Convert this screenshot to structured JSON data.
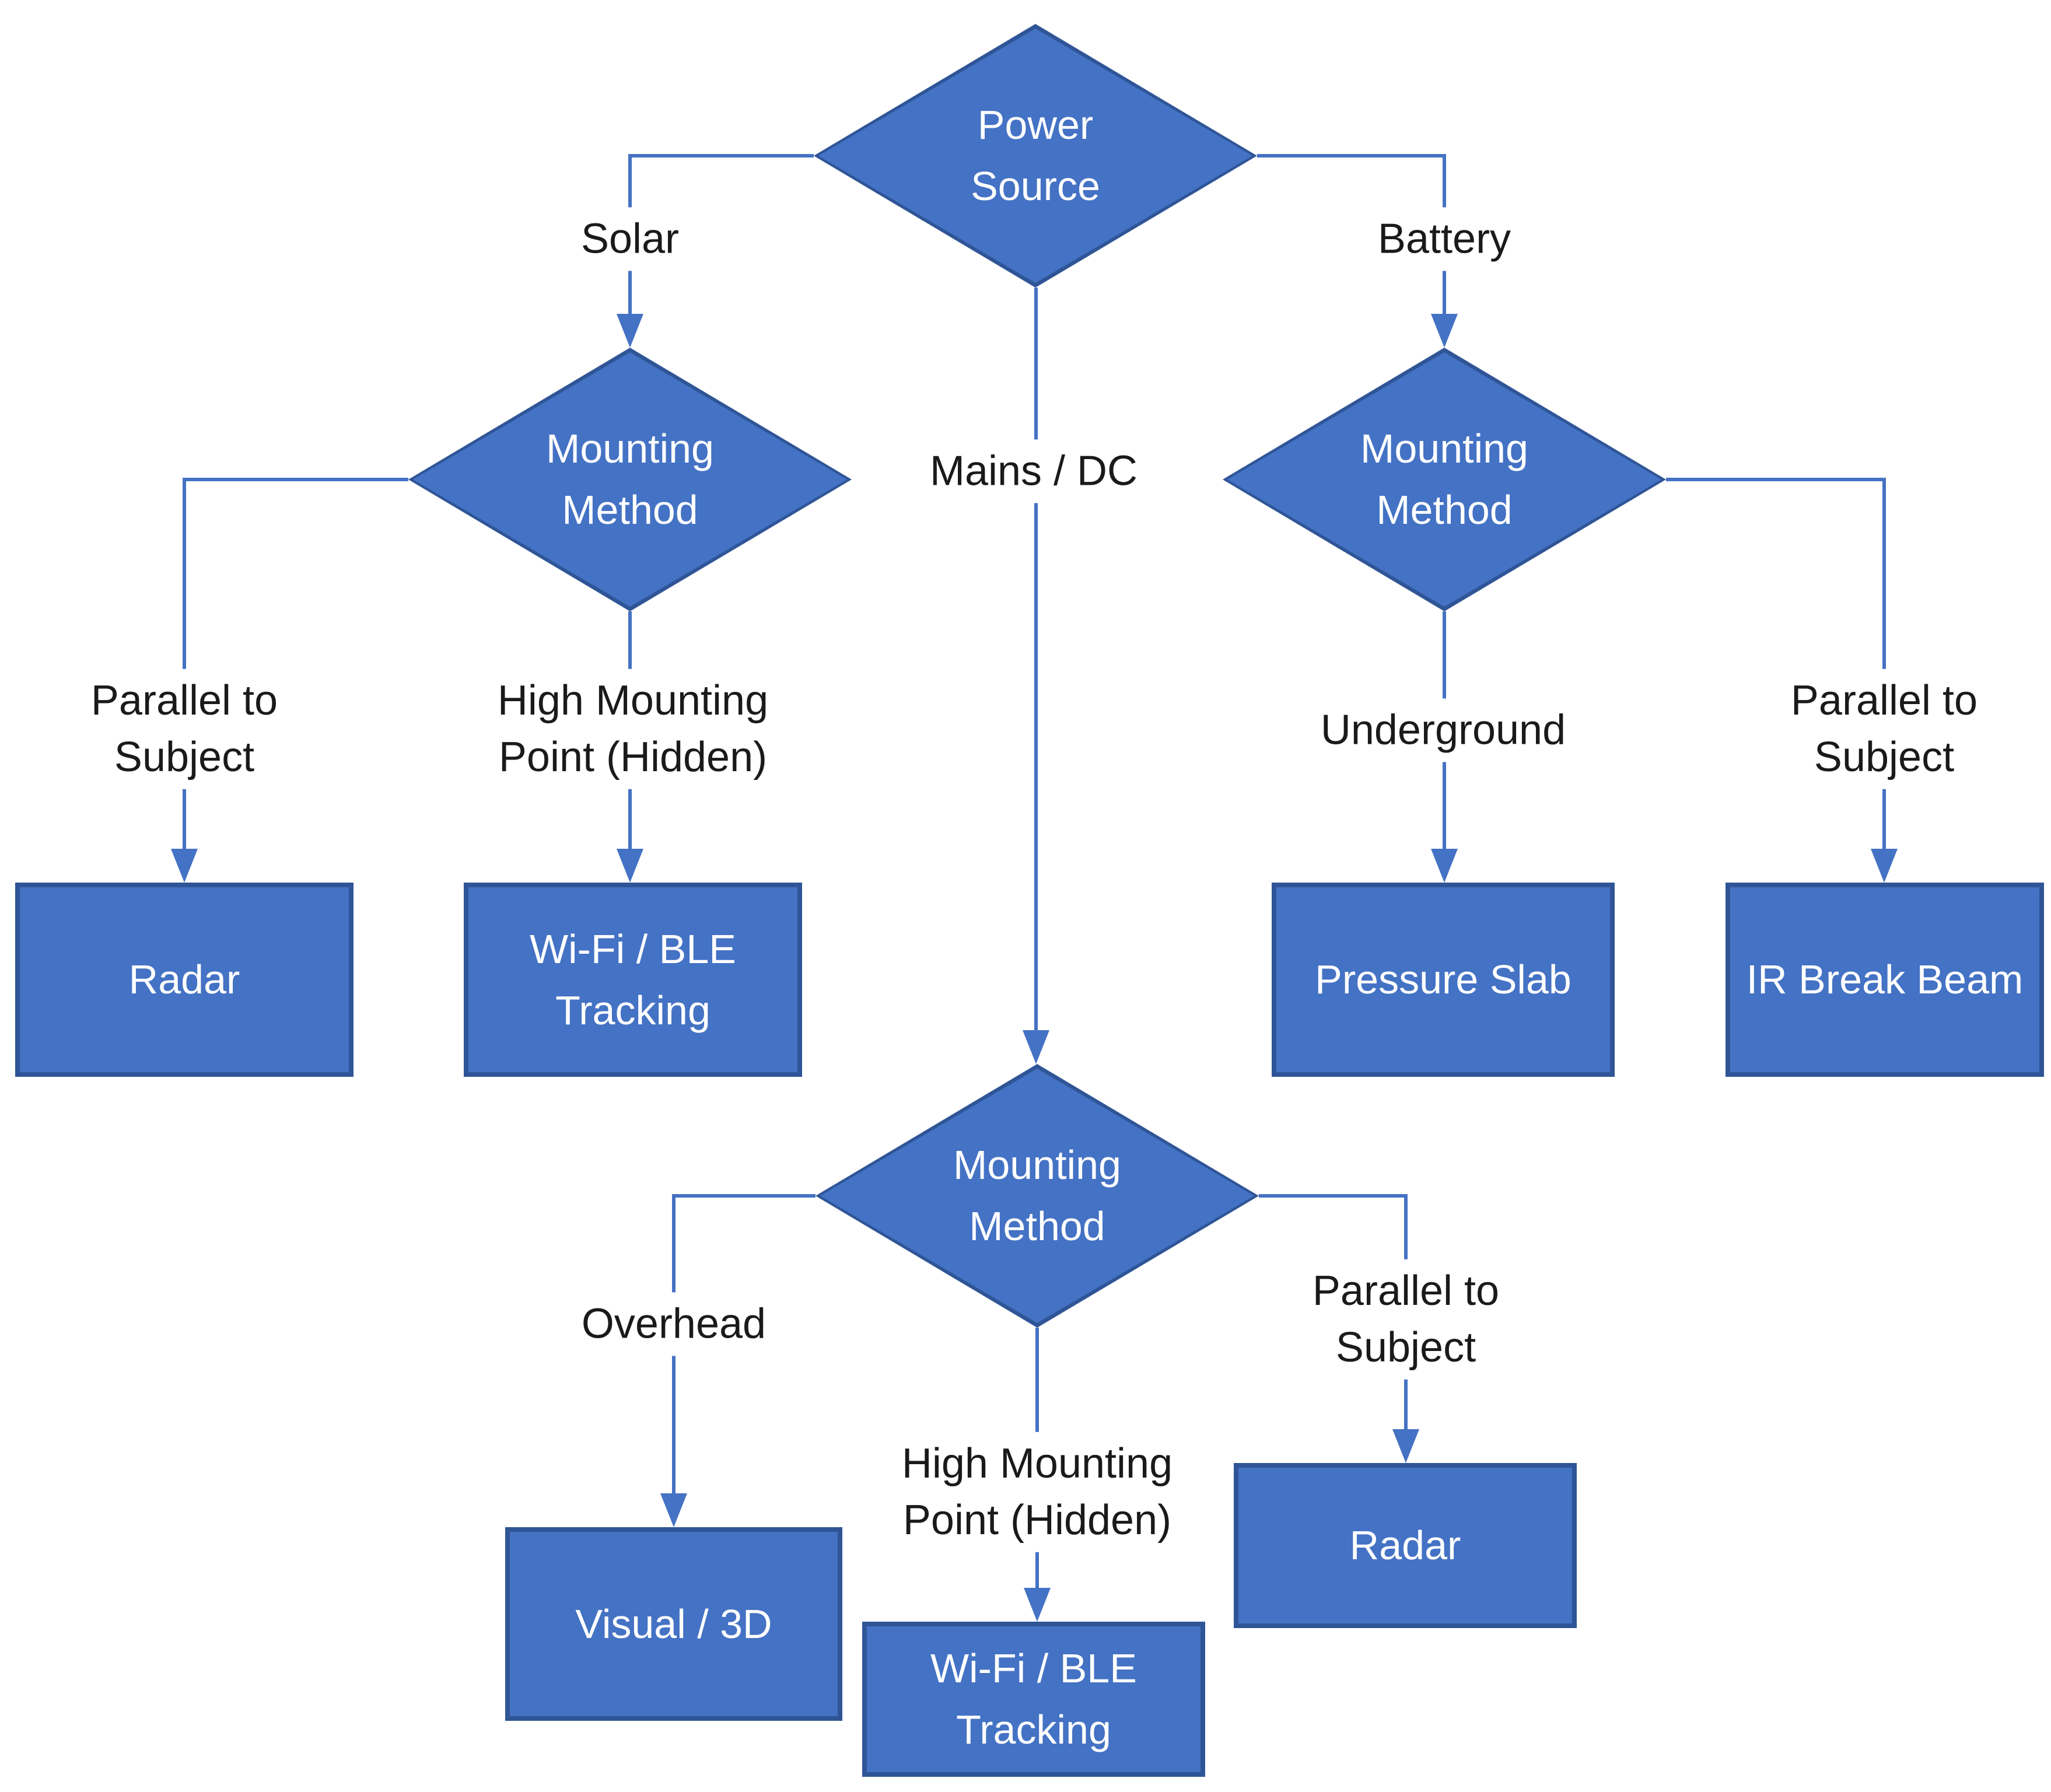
{
  "colors": {
    "shape_fill": "#4472C4",
    "shape_border": "#2F5597",
    "connector": "#4472C4",
    "shape_text": "#FFFFFF",
    "edge_label_text": "#1A1A1A",
    "background": "#FFFFFF"
  },
  "decisions": [
    {
      "id": "power-source",
      "label": "Power Source"
    },
    {
      "id": "mounting-method-solar",
      "label": "Mounting Method"
    },
    {
      "id": "mounting-method-battery",
      "label": "Mounting Method"
    },
    {
      "id": "mounting-method-mains",
      "label": "Mounting Method"
    }
  ],
  "outcomes": [
    {
      "id": "radar-solar",
      "label": "Radar"
    },
    {
      "id": "wifi-ble-solar",
      "label": "Wi-Fi / BLE Tracking"
    },
    {
      "id": "pressure-slab",
      "label": "Pressure Slab"
    },
    {
      "id": "ir-break-beam",
      "label": "IR Break Beam"
    },
    {
      "id": "visual-3d",
      "label": "Visual / 3D"
    },
    {
      "id": "radar-mains",
      "label": "Radar"
    },
    {
      "id": "wifi-ble-mains",
      "label": "Wi-Fi / BLE Tracking"
    }
  ],
  "edge_labels": [
    {
      "id": "solar",
      "label": "Solar"
    },
    {
      "id": "battery",
      "label": "Battery"
    },
    {
      "id": "mains-dc",
      "label": "Mains / DC"
    },
    {
      "id": "parallel-to-subject-solar",
      "label": "Parallel to Subject"
    },
    {
      "id": "high-mounting-point-solar",
      "label": "High Mounting Point (Hidden)"
    },
    {
      "id": "underground",
      "label": "Underground"
    },
    {
      "id": "parallel-to-subject-battery",
      "label": "Parallel to Subject"
    },
    {
      "id": "overhead",
      "label": "Overhead"
    },
    {
      "id": "high-mounting-point-mains",
      "label": "High Mounting Point (Hidden)"
    },
    {
      "id": "parallel-to-subject-mains",
      "label": "Parallel to Subject"
    }
  ]
}
